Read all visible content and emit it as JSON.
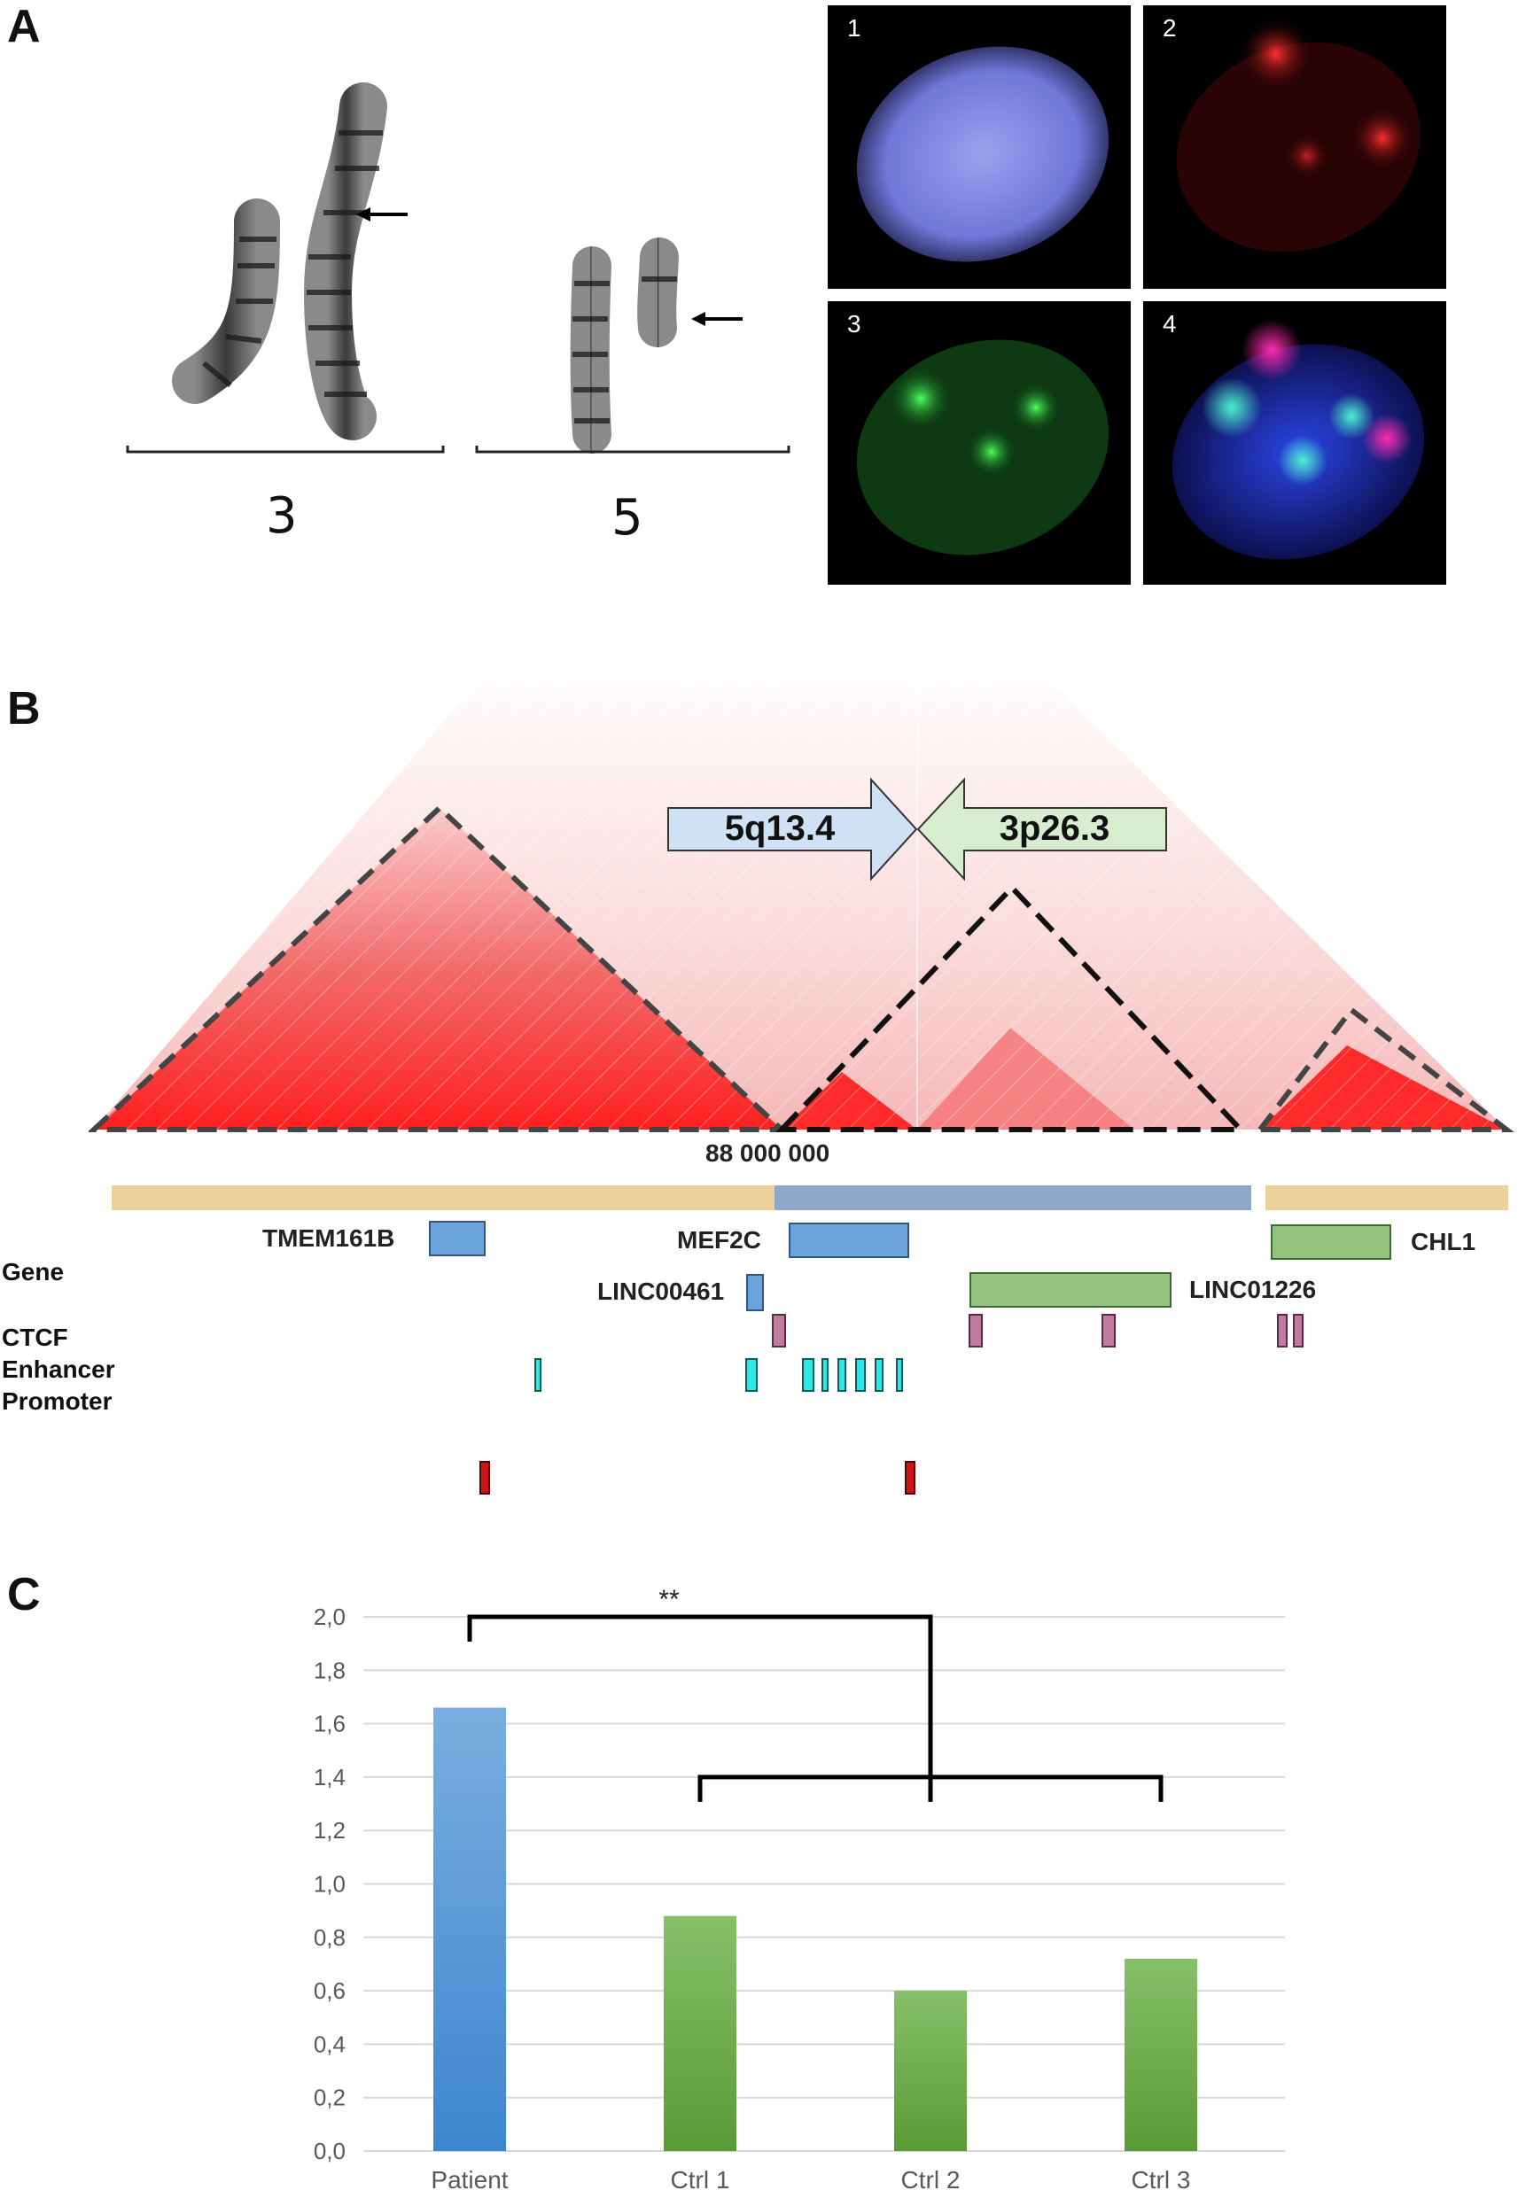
{
  "panels": {
    "a": "A",
    "b": "B",
    "c": "C"
  },
  "panel_a": {
    "chromosome_labels": [
      "3",
      "5"
    ],
    "micro_labels": [
      "1",
      "2",
      "3",
      "4"
    ]
  },
  "panel_b": {
    "arrows": {
      "left": "5q13.4",
      "right": "3p26.3"
    },
    "coordinate": "88 000 000",
    "track_labels": {
      "gene": "Gene",
      "ctcf": "CTCF",
      "enhancer": "Enhancer",
      "promoter": "Promoter"
    },
    "genes": {
      "g1": "TMEM161B",
      "g2": "MEF2C",
      "g3": "LINC00461",
      "g4": "LINC01226",
      "g5": "CHL1"
    },
    "colors": {
      "chr5_bar": "#ecd29a",
      "chr3_bar": "#8ea8c8",
      "gene_blue": "#6ba3dd",
      "gene_green": "#93c47d",
      "ctcf": "#c27ba0",
      "enhancer": "#2ee8e8",
      "promoter": "#cc1414"
    }
  },
  "chart_data": {
    "type": "bar",
    "categories": [
      "Patient",
      "Ctrl 1",
      "Ctrl 2",
      "Ctrl 3"
    ],
    "values": [
      1.66,
      0.88,
      0.6,
      0.72
    ],
    "bar_colors": [
      "#5b9bd5",
      "#70ad47",
      "#70ad47",
      "#70ad47"
    ],
    "ylim": [
      0,
      2.0
    ],
    "yticks": [
      "0,0",
      "0,2",
      "0,4",
      "0,6",
      "0,8",
      "1,0",
      "1,2",
      "1,4",
      "1,6",
      "1,8",
      "2,0"
    ],
    "significance": "**",
    "grid": true
  }
}
